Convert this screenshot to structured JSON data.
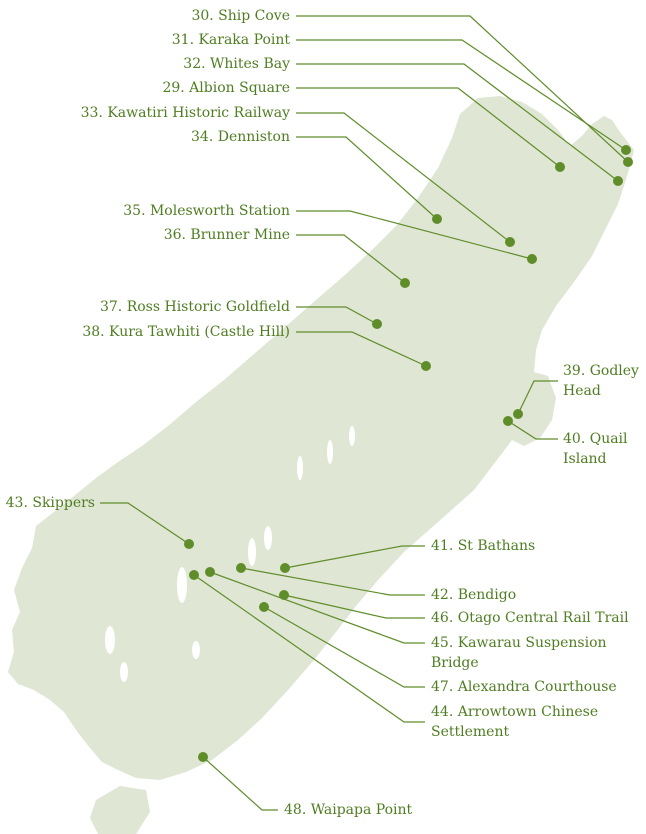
{
  "colors": {
    "land": "#dfe6d4",
    "accent": "#5f8d2a",
    "text": "#4f7d22"
  },
  "sites": [
    {
      "id": "ship-cove",
      "label": "30. Ship Cove"
    },
    {
      "id": "karaka-point",
      "label": "31. Karaka Point"
    },
    {
      "id": "whites-bay",
      "label": "32. Whites Bay"
    },
    {
      "id": "albion-square",
      "label": "29. Albion Square"
    },
    {
      "id": "kawatiri-historic-railway",
      "label": "33. Kawatiri Historic Railway"
    },
    {
      "id": "denniston",
      "label": "34. Denniston"
    },
    {
      "id": "molesworth-station",
      "label": "35. Molesworth Station"
    },
    {
      "id": "brunner-mine",
      "label": "36. Brunner Mine"
    },
    {
      "id": "ross-historic-goldfield",
      "label": "37. Ross Historic Goldfield"
    },
    {
      "id": "kura-tawhiti",
      "label": "38. Kura Tawhiti (Castle Hill)"
    },
    {
      "id": "godley-head",
      "label": "39. Godley Head"
    },
    {
      "id": "quail-island",
      "label": "40. Quail Island"
    },
    {
      "id": "skippers",
      "label": "43. Skippers"
    },
    {
      "id": "st-bathans",
      "label": "41. St Bathans"
    },
    {
      "id": "bendigo",
      "label": "42. Bendigo"
    },
    {
      "id": "otago-central-rail-trail",
      "label": "46. Otago Central Rail Trail"
    },
    {
      "id": "kawarau-suspension-bridge",
      "label": "45. Kawarau Suspension Bridge"
    },
    {
      "id": "alexandra-courthouse",
      "label": "47. Alexandra Courthouse"
    },
    {
      "id": "arrowtown-chinese-settlement",
      "label": "44. Arrowtown Chinese Settlement"
    },
    {
      "id": "waipapa-point",
      "label": "48. Waipapa Point"
    }
  ]
}
